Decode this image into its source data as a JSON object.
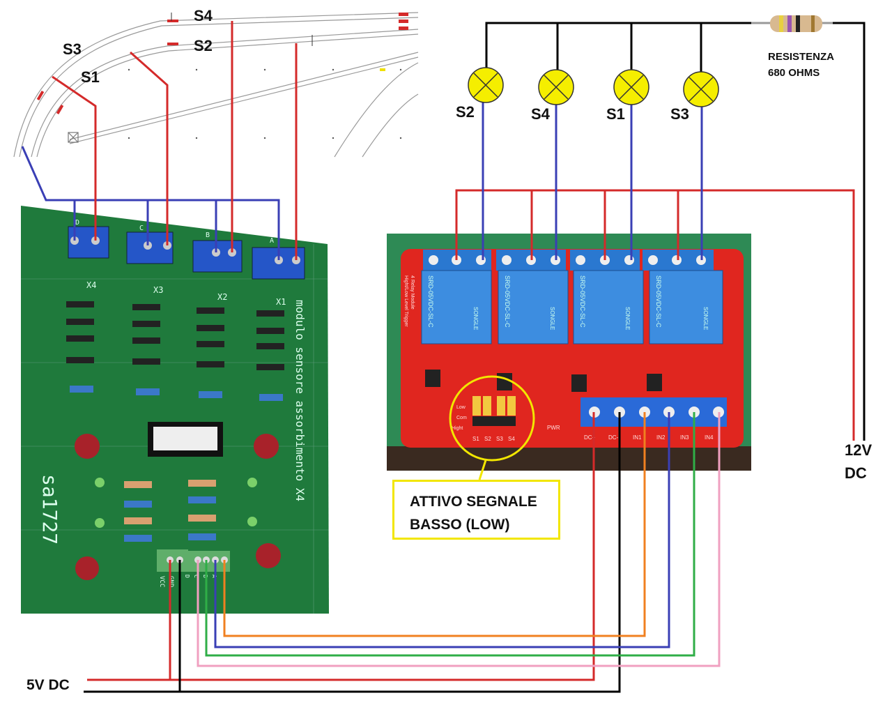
{
  "track": {
    "sensor_labels": [
      "S4",
      "S2",
      "S3",
      "S1"
    ]
  },
  "lamps": {
    "labels": [
      "S2",
      "S4",
      "S1",
      "S3"
    ],
    "color": "#f5ee00"
  },
  "resistor": {
    "line1": "RESISTENZA",
    "line2": "680 OHMS"
  },
  "supply_12v": {
    "line1": "12V",
    "line2": "DC"
  },
  "supply_5v": {
    "label": "5V DC"
  },
  "sensor_board": {
    "title": "modulo sensore assorbimento X4",
    "brand": "sa1727",
    "terminals": [
      "X4",
      "X3",
      "X2",
      "X1"
    ],
    "channel_letters": [
      "D",
      "C",
      "B",
      "A"
    ],
    "power_pins": [
      "VCC",
      "GND"
    ],
    "output_pins": [
      "D",
      "C",
      "B",
      "A"
    ],
    "board_color": "#1f7a3c"
  },
  "relay_board": {
    "title_line1": "4 Relay Module",
    "title_line2": "Hight/Low Level Trigger",
    "relay_model": "SRD-05VDC-SL-C",
    "relay_brand": "SONGLE",
    "jumpers": [
      "S1",
      "S2",
      "S3",
      "S4"
    ],
    "jumper_rows": [
      "Low",
      "Com",
      "Hight"
    ],
    "pwr_label": "PWR",
    "input_pins": [
      "DC+",
      "DC-",
      "IN1",
      "IN2",
      "IN3",
      "IN4"
    ],
    "board_color": "#e0261f"
  },
  "note": {
    "line1": "ATTIVO SEGNALE",
    "line2": "BASSO (LOW)"
  },
  "wire_colors": {
    "red": "#d42a2a",
    "blue": "#3a3fb5",
    "black": "#000000",
    "orange": "#f08020",
    "green": "#2fae47",
    "pink": "#f0a0c0"
  }
}
